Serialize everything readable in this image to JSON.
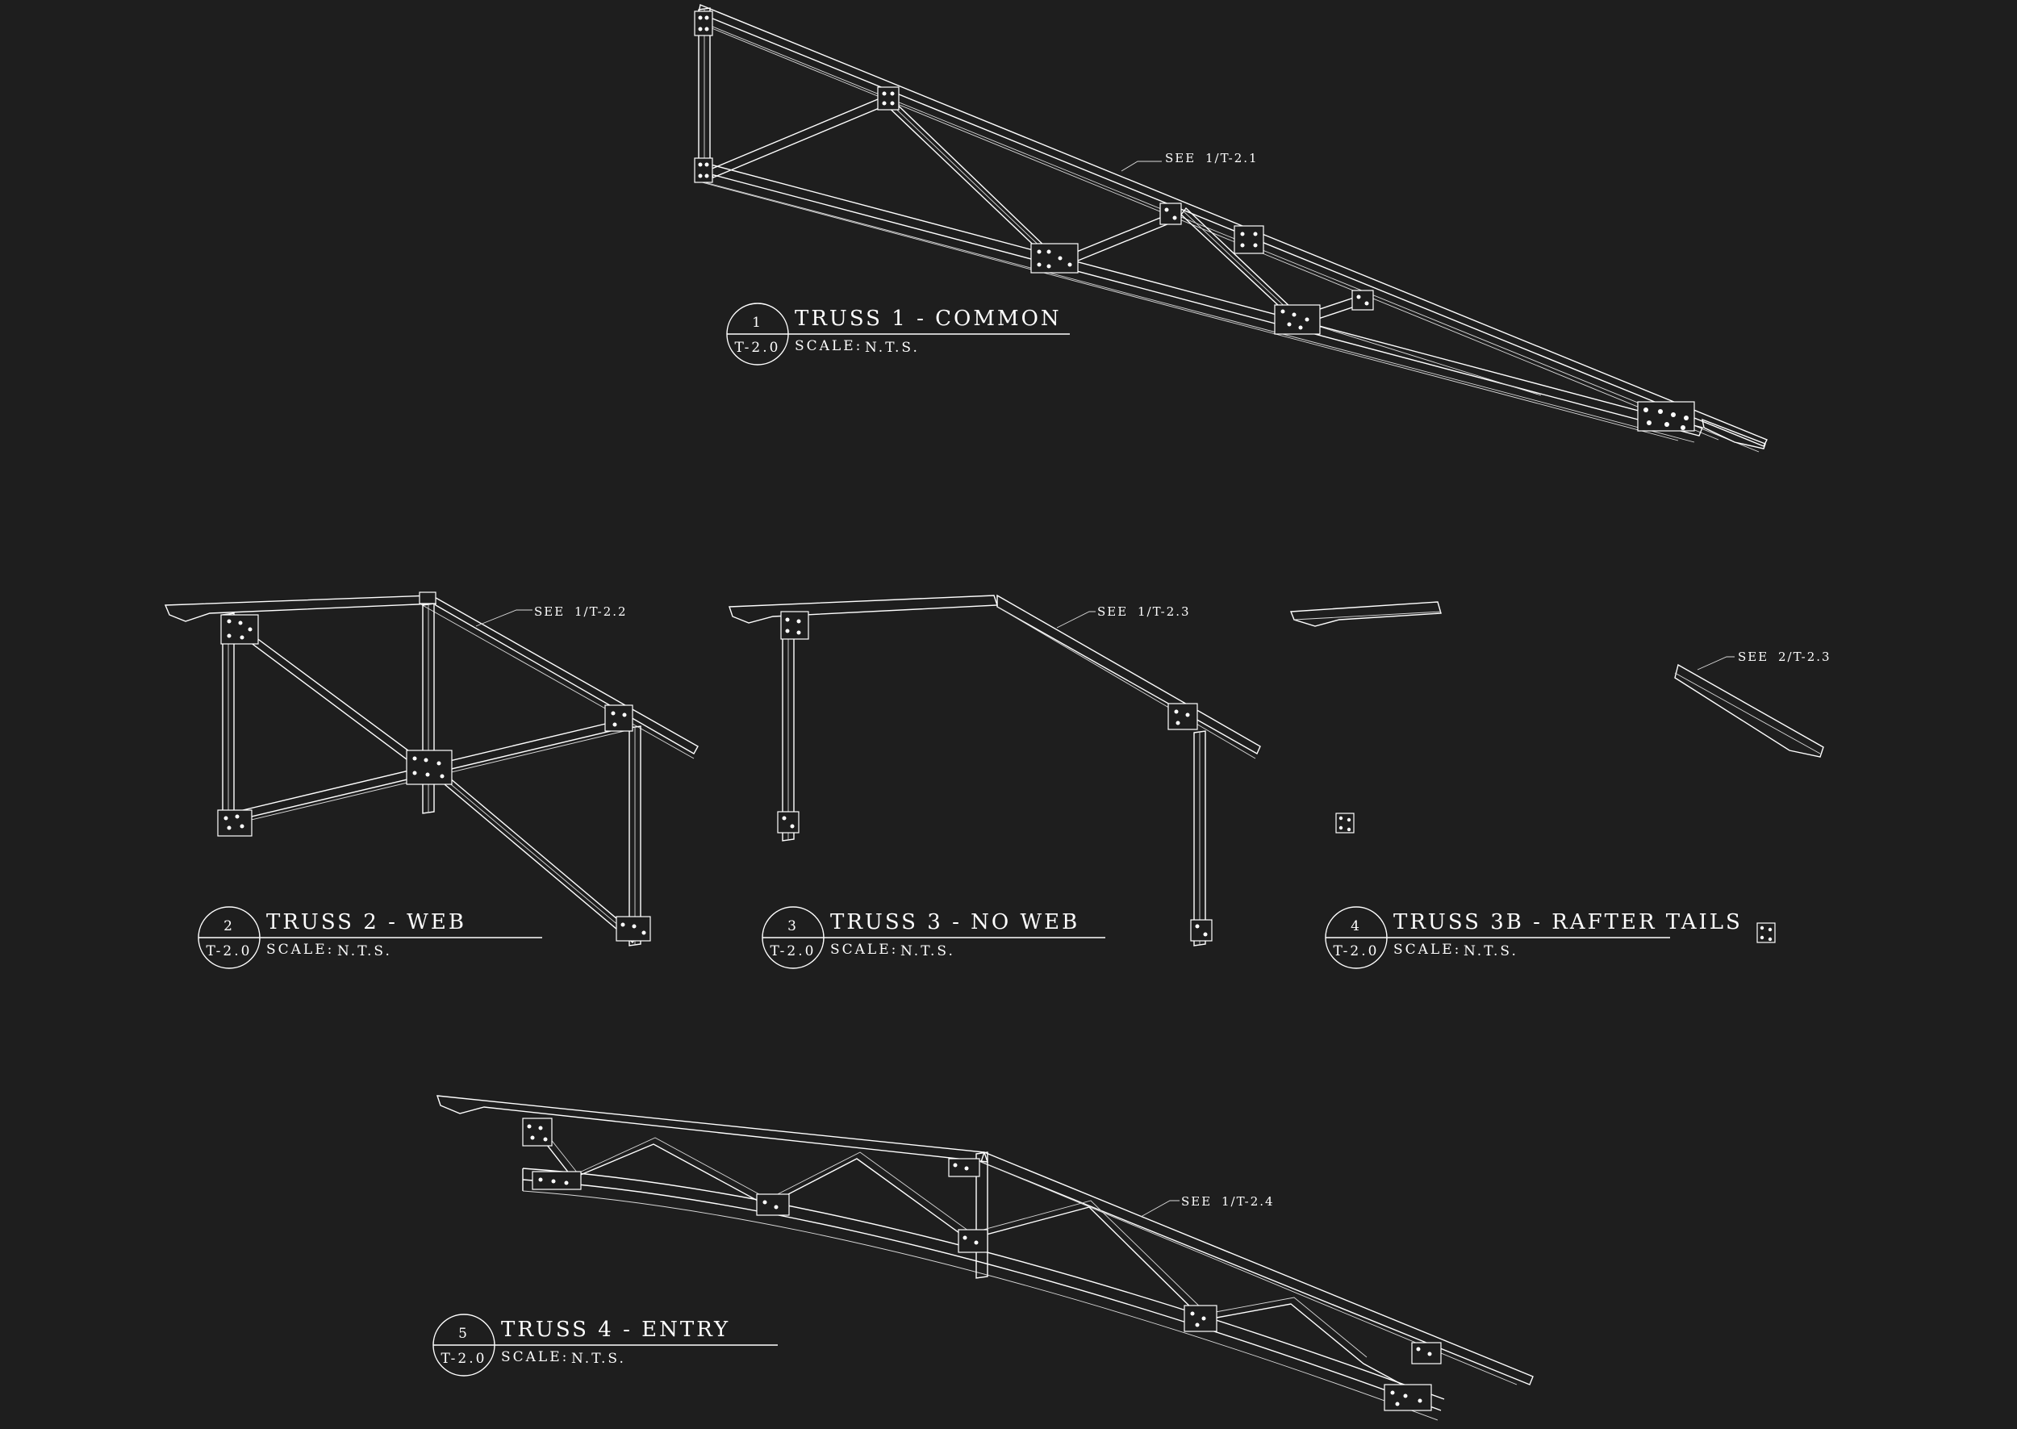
{
  "details": [
    {
      "number": "1",
      "sheet": "T-2.0",
      "title": "TRUSS 1 - COMMON",
      "scale_label": "SCALE:",
      "scale_value": "N.T.S."
    },
    {
      "number": "2",
      "sheet": "T-2.0",
      "title": "TRUSS 2 - WEB",
      "scale_label": "SCALE:",
      "scale_value": "N.T.S."
    },
    {
      "number": "3",
      "sheet": "T-2.0",
      "title": "TRUSS 3 - NO WEB",
      "scale_label": "SCALE:",
      "scale_value": "N.T.S."
    },
    {
      "number": "4",
      "sheet": "T-2.0",
      "title": "TRUSS 3B - RAFTER TAILS",
      "scale_label": "SCALE:",
      "scale_value": "N.T.S."
    },
    {
      "number": "5",
      "sheet": "T-2.0",
      "title": "TRUSS 4 - ENTRY",
      "scale_label": "SCALE:",
      "scale_value": "N.T.S."
    }
  ],
  "references": [
    {
      "see": "SEE",
      "ref": "1/T-2.1"
    },
    {
      "see": "SEE",
      "ref": "1/T-2.2"
    },
    {
      "see": "SEE",
      "ref": "1/T-2.3"
    },
    {
      "see": "SEE",
      "ref": "2/T-2.3"
    },
    {
      "see": "SEE",
      "ref": "1/T-2.4"
    }
  ],
  "colors": {
    "background": "#1e1e1e",
    "linework": "#ffffff"
  }
}
